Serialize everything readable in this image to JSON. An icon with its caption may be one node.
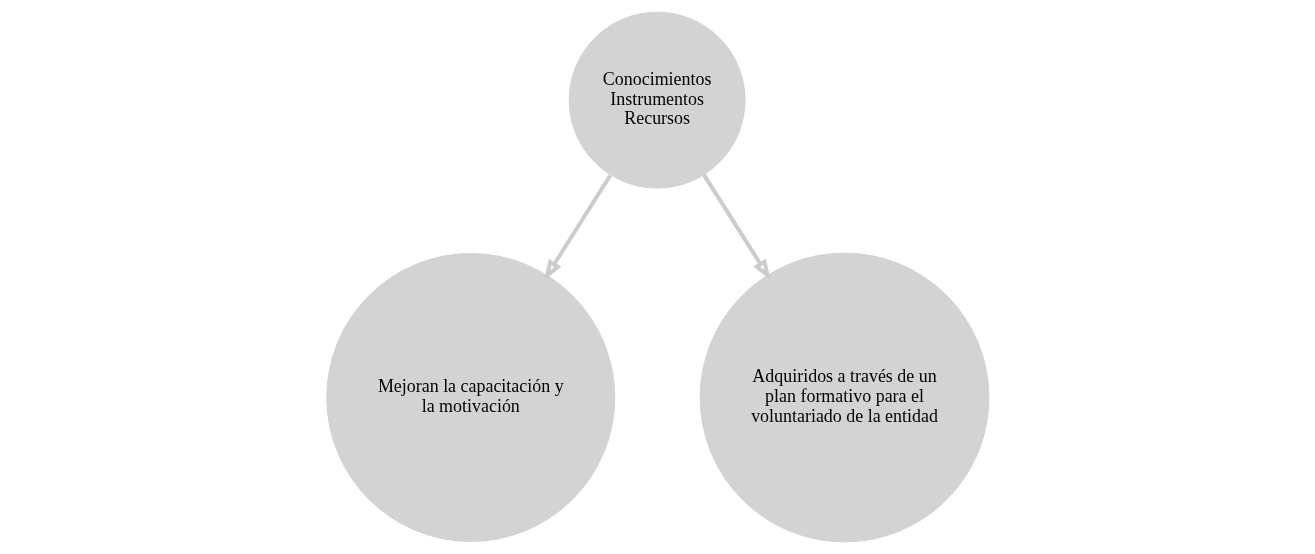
{
  "diagram": {
    "nodes": [
      {
        "text": [
          "Conocimientos",
          "Instrumentos",
          "Recursos"
        ]
      },
      {
        "text": [
          "Mejoran la capacitación y la motivación"
        ]
      },
      {
        "text": [
          "Adquiridos a través de un plan formativo para el voluntariado de la entidad"
        ]
      }
    ],
    "edges": [
      {
        "from": 0,
        "to": 1,
        "arrow": "to"
      },
      {
        "from": 0,
        "to": 2,
        "arrow": "to"
      }
    ]
  }
}
